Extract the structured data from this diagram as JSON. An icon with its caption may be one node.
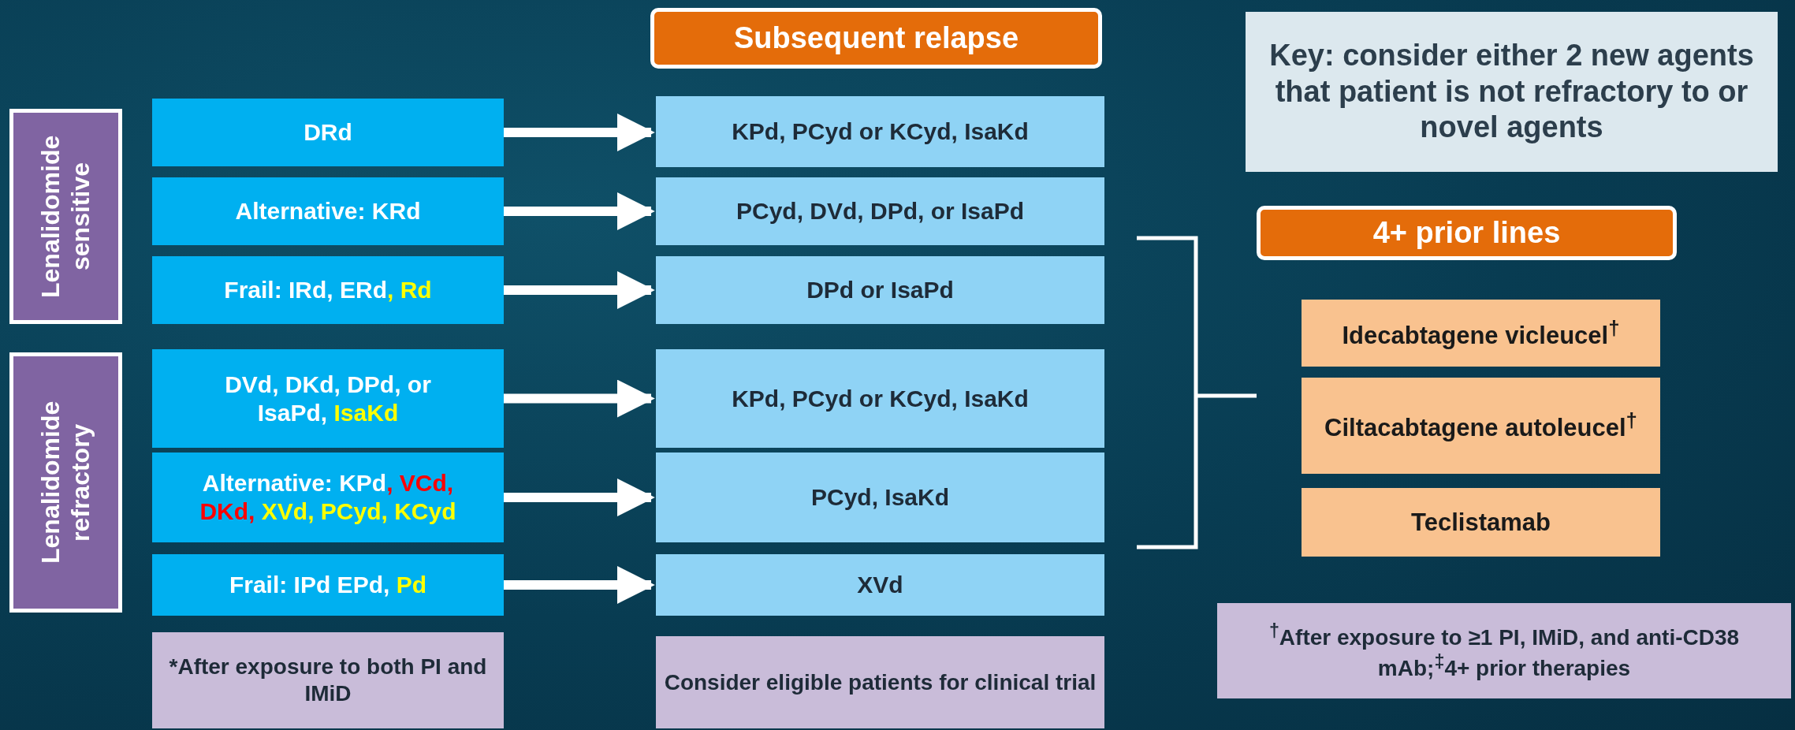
{
  "diagram": {
    "nodes": [
      {
        "text": [
          "Subsequent relapse"
        ]
      },
      {
        "text": [
          "Key: consider either 2 new agents that patient is not refractory to or novel agents"
        ]
      },
      {
        "text": [
          "Lenalidomide sensitive"
        ]
      },
      {
        "text": [
          "Lenalidomide refractory"
        ]
      },
      {
        "text": [
          "DRd"
        ]
      },
      {
        "text": [
          "Alternative: KRd"
        ]
      },
      {
        "text": [
          "Frail: IRd, ERd",
          ", Rd"
        ]
      },
      {
        "text": [
          "DVd, DKd, DPd, or IsaPd,",
          "IsaKd"
        ]
      },
      {
        "text": [
          "Alternative: KPd",
          ", VCd, DKd,",
          "XVd, PCyd, KCyd"
        ]
      },
      {
        "text": [
          "Frail: IPd EPd,",
          "Pd"
        ]
      },
      {
        "text": [
          "KPd, PCyd or KCyd, IsaKd"
        ]
      },
      {
        "text": [
          "PCyd, DVd, DPd, or IsaPd"
        ]
      },
      {
        "text": [
          "DPd or IsaPd"
        ]
      },
      {
        "text": [
          "KPd, PCyd or KCyd, IsaKd"
        ]
      },
      {
        "text": [
          "PCyd, IsaKd"
        ]
      },
      {
        "text": [
          "XVd"
        ]
      },
      {
        "text": [
          "*After exposure to both PI and IMiD"
        ]
      },
      {
        "text": [
          "Consider eligible patients for clinical trial"
        ]
      },
      {
        "text": [
          "4+ prior lines"
        ]
      },
      {
        "text": [
          "Idecabtagene vicleucel$^{†}$"
        ]
      },
      {
        "text": [
          "Ciltacabtagene autoleucel$^{†}$"
        ]
      },
      {
        "text": [
          "Teclistamab"
        ]
      },
      {
        "text": [
          "$^{†}$After exposure to ≥1 PI, IMiD, and anti-CD38 mAb;$^{‡}$4+ prior therapies"
        ]
      }
    ],
    "edges": [
      {
        "from": 4,
        "to": 10,
        "arrow": "to"
      },
      {
        "from": 5,
        "to": 11,
        "arrow": "to"
      },
      {
        "from": 6,
        "to": 12,
        "arrow": "to"
      },
      {
        "from": 7,
        "to": 13,
        "arrow": "to"
      },
      {
        "from": 8,
        "to": 14,
        "arrow": "to"
      },
      {
        "from": 9,
        "to": 15,
        "arrow": "to"
      }
    ]
  }
}
